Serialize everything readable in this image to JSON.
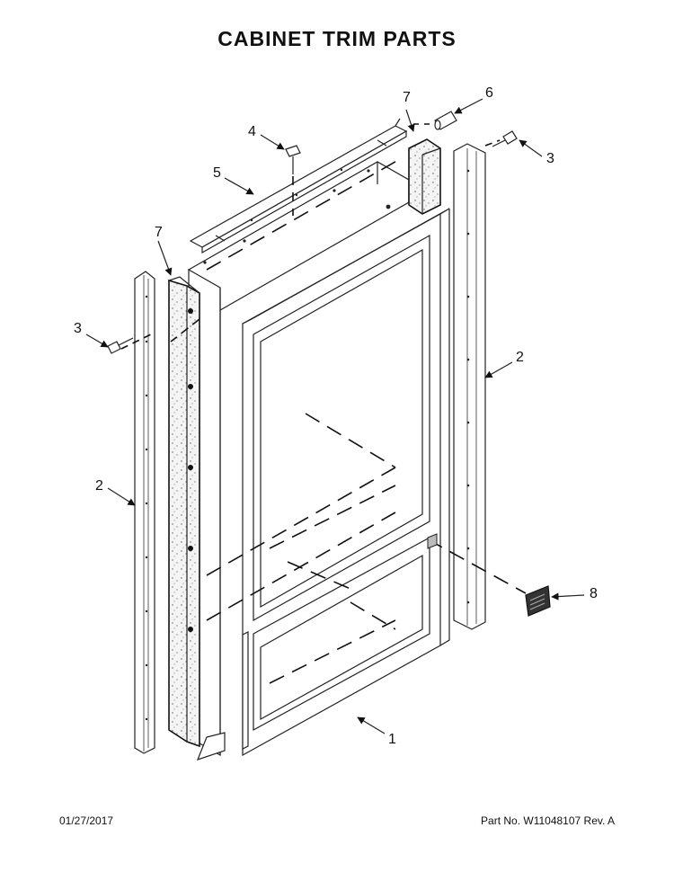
{
  "title": "CABINET TRIM PARTS",
  "footer": {
    "date": "01/27/2017",
    "part_no": "Part No.  W11048107   Rev.  A"
  },
  "callouts": {
    "c1": "1",
    "c2a": "2",
    "c2b": "2",
    "c3a": "3",
    "c3b": "3",
    "c4": "4",
    "c5": "5",
    "c6": "6",
    "c7a": "7",
    "c7b": "7",
    "c8": "8"
  }
}
